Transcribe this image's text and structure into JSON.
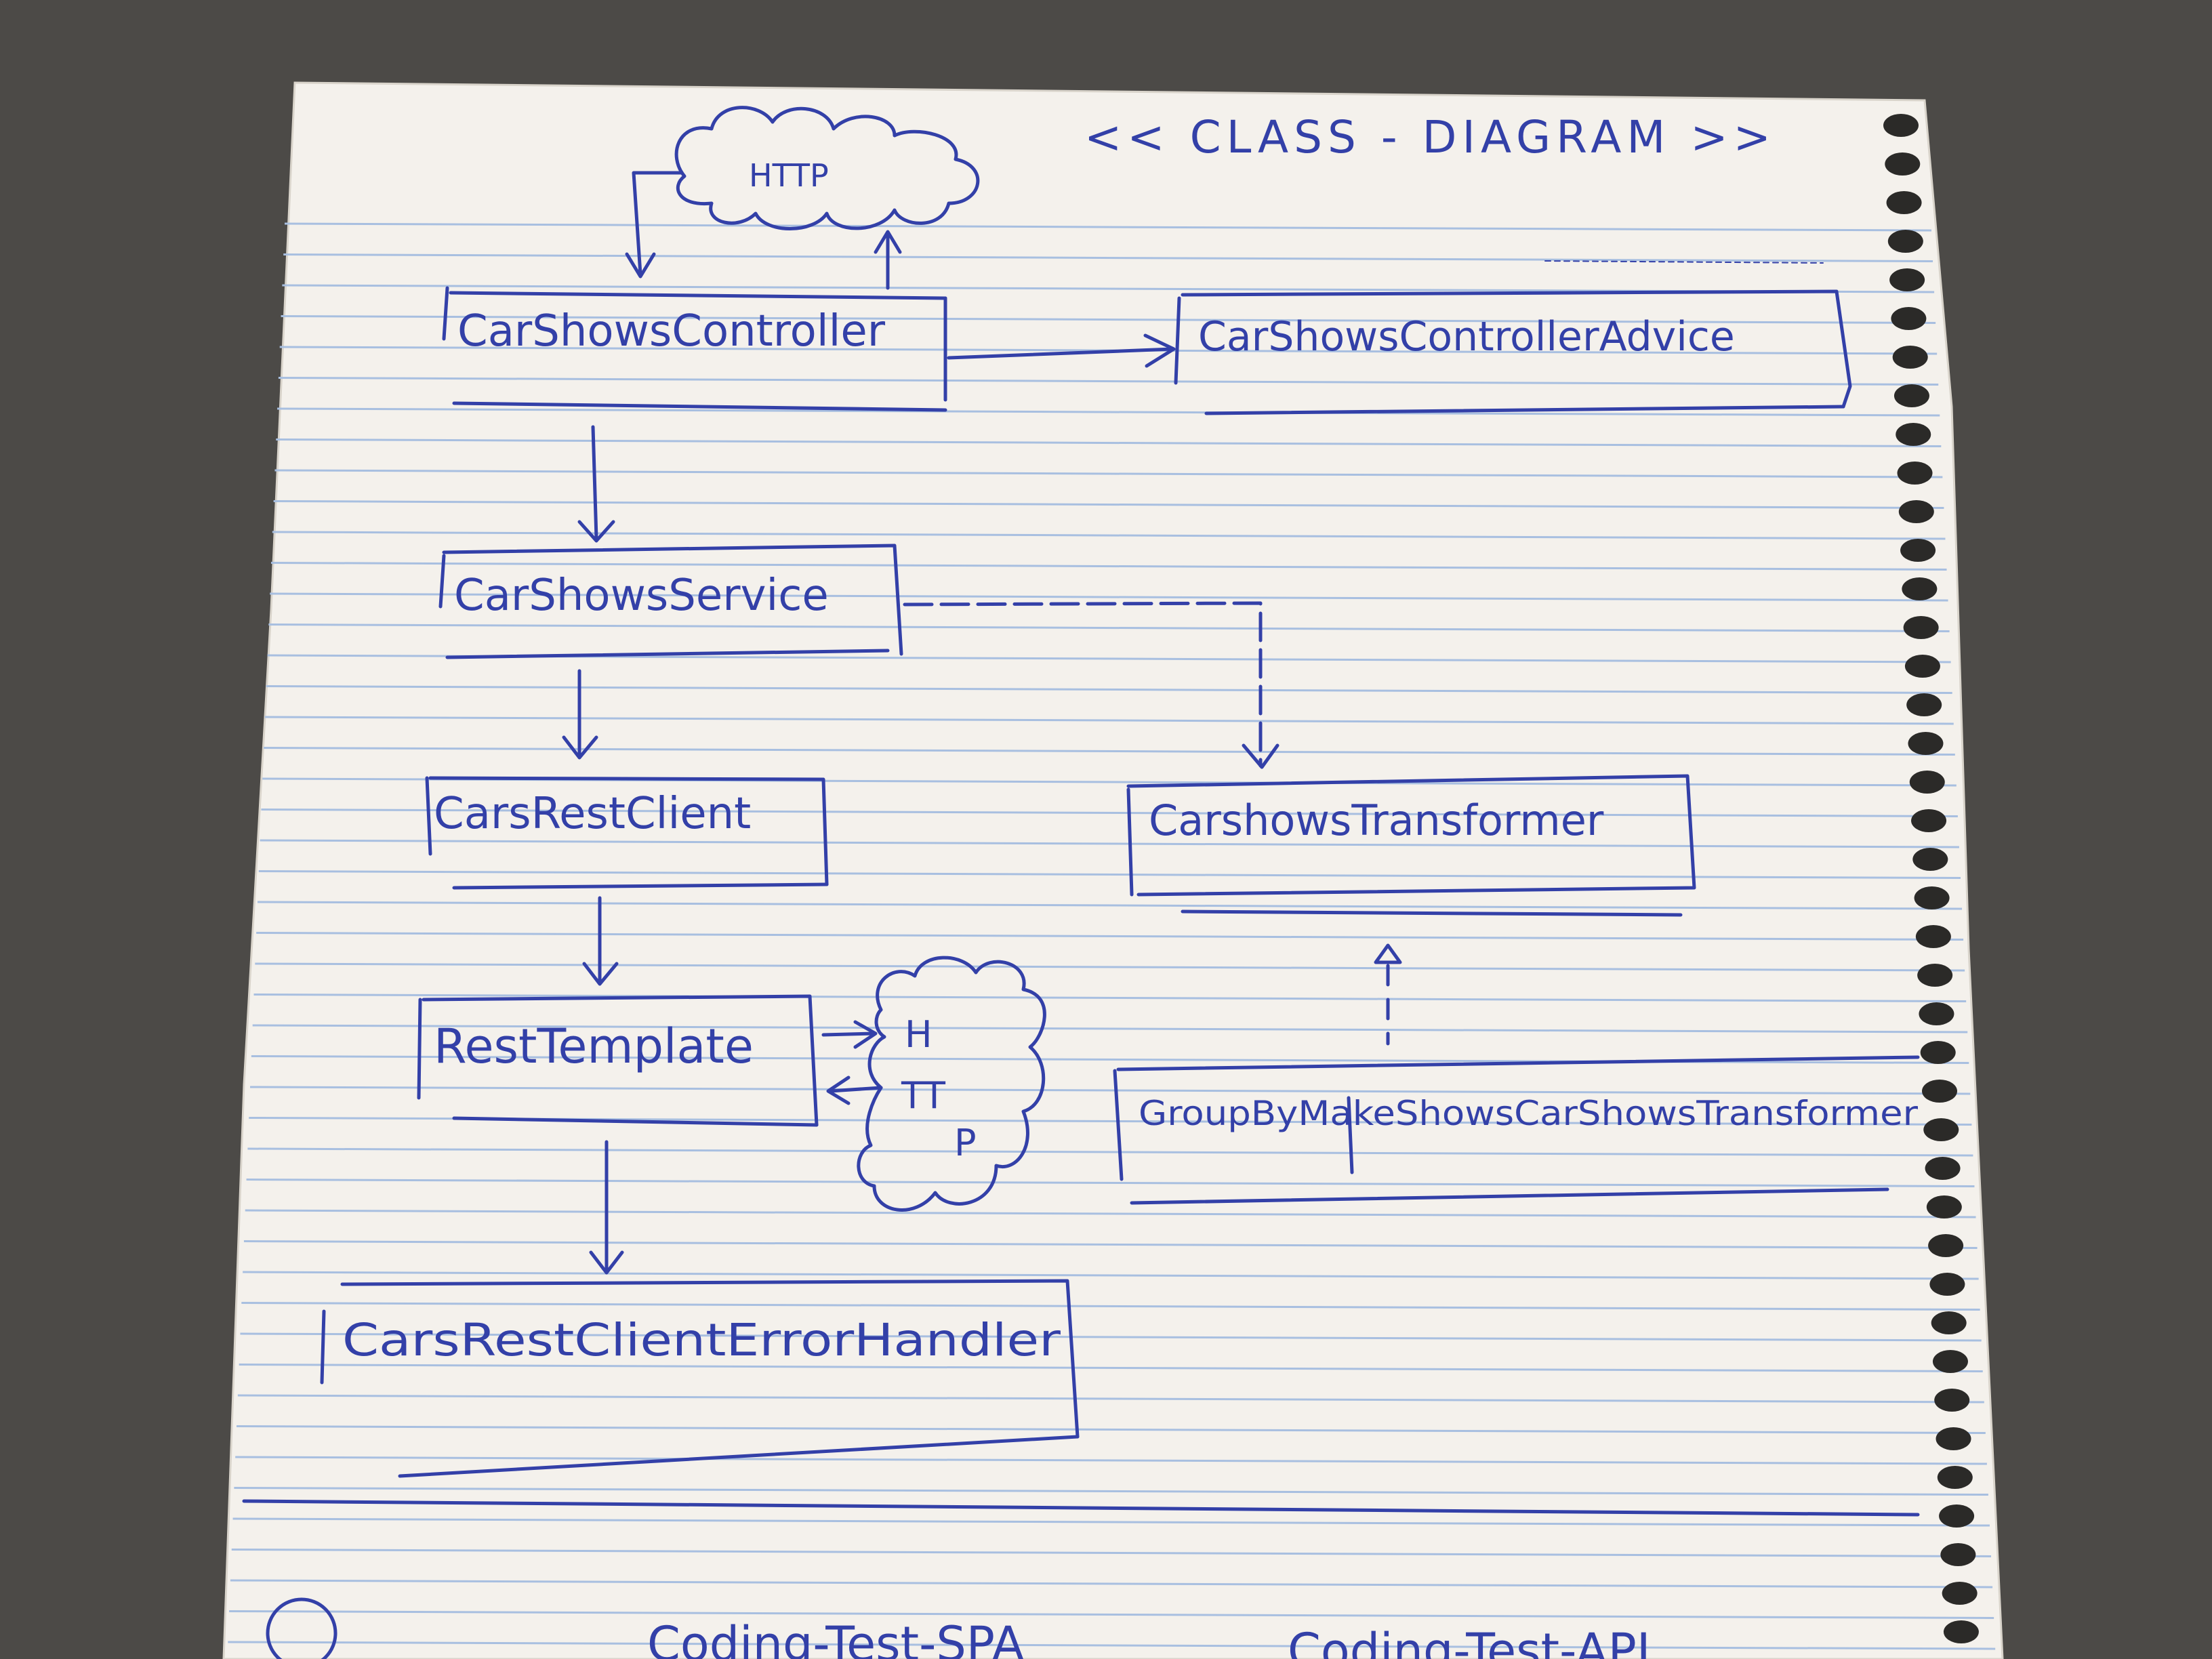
{
  "title": "<< CLASS - DIAGRAM >>",
  "cloud_top": "HTTP",
  "cloud_bottom": [
    "H",
    "TT",
    "P"
  ],
  "classes": {
    "controller": "CarShowsController",
    "advice": "CarShowsControllerAdvice",
    "service": "CarShowsService",
    "rest_client": "CarsRestClient",
    "transformer": "CarshowsTransformer",
    "rest_template": "RestTemplate",
    "group_by": "GroupByMakeShowsCarShowsTransformer",
    "error_handler": "CarsRestClientErrorHandler"
  },
  "footer": {
    "left": "Coding-Test-SPA",
    "right": "Coding-Test-API"
  },
  "colors": {
    "ink": "#3340a8",
    "paper": "#f4f1ec",
    "rule": "#a8bfe0",
    "background": "#4c4a47",
    "hole": "#2b2a28"
  }
}
